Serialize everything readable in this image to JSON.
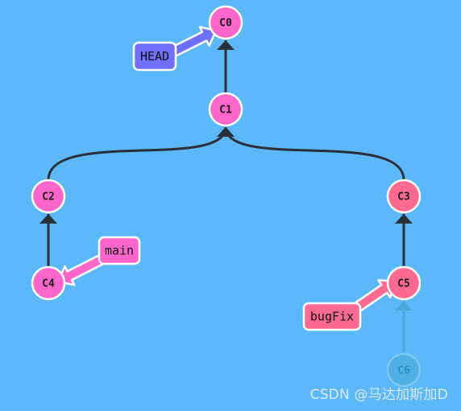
{
  "colors": {
    "background": "#5cb8f9",
    "edge": "#2b2f38",
    "node_main": "#ff66cc",
    "node_bugfix": "#ff6a92",
    "node_ghost": "#4fb0e6",
    "node_ghost_text": "#2b8fc8",
    "head_label": "#7070ff",
    "main_label": "#ff66cc",
    "bugfix_label": "#ff6a92",
    "node_border": "#ffffff"
  },
  "diagram": {
    "commits": [
      {
        "id": "C0",
        "label": "C0",
        "style": "main"
      },
      {
        "id": "C1",
        "label": "C1",
        "style": "main"
      },
      {
        "id": "C2",
        "label": "C2",
        "style": "main"
      },
      {
        "id": "C3",
        "label": "C3",
        "style": "bugfix"
      },
      {
        "id": "C4",
        "label": "C4",
        "style": "main"
      },
      {
        "id": "C5",
        "label": "C5",
        "style": "bugfix"
      },
      {
        "id": "C6",
        "label": "C6",
        "style": "ghost"
      }
    ],
    "edges": [
      {
        "from": "C1",
        "to": "C0"
      },
      {
        "from": "C2",
        "to": "C1"
      },
      {
        "from": "C3",
        "to": "C1"
      },
      {
        "from": "C4",
        "to": "C2"
      },
      {
        "from": "C5",
        "to": "C3"
      },
      {
        "from": "C6",
        "to": "C5",
        "style": "ghost"
      }
    ],
    "refs": [
      {
        "name": "HEAD",
        "label": "HEAD",
        "target": "C0",
        "style": "head"
      },
      {
        "name": "main",
        "label": "main",
        "target": "C4",
        "style": "main"
      },
      {
        "name": "bugFix",
        "label": "bugFix",
        "target": "C5",
        "style": "bugfix"
      }
    ]
  },
  "watermark": "CSDN @马达加斯加D"
}
